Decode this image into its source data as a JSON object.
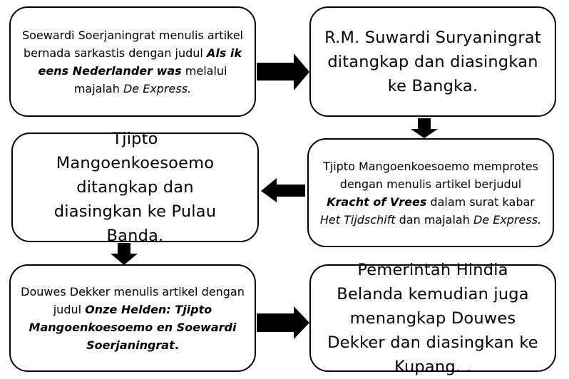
{
  "boxes": {
    "b1": {
      "t1": "Soewardi Soerjaningrat menulis artikel bernada sarkastis dengan judul ",
      "t2": "Als ik eens Nederlander was",
      "t3": " melalui majalah ",
      "t4": "De Express."
    },
    "b2": {
      "text": "R.M. Suwardi Suryaningrat ditangkap dan diasingkan ke Bangka."
    },
    "b3": {
      "t1": "Tjipto Mangoenkoesoemo memprotes dengan menulis artikel berjudul ",
      "t2": "Kracht of Vrees",
      "t3": " dalam surat kabar ",
      "t4": "Het Tijdschift",
      "t5": " dan majalah ",
      "t6": "De Express."
    },
    "b4": {
      "text": "Tjipto Mangoenkoesoemo ditangkap dan diasingkan ke Pulau Banda."
    },
    "b5": {
      "t1": "Douwes Dekker menulis artikel dengan judul ",
      "t2": "Onze Helden: Tjipto Mangoenkoesoemo en Soewardi Soerjaningrat",
      "t3": "."
    },
    "b6": {
      "text": "Pemerintah Hindia Belanda kemudian juga menangkap Douwes Dekker dan diasingkan ke Kupang. ."
    }
  }
}
